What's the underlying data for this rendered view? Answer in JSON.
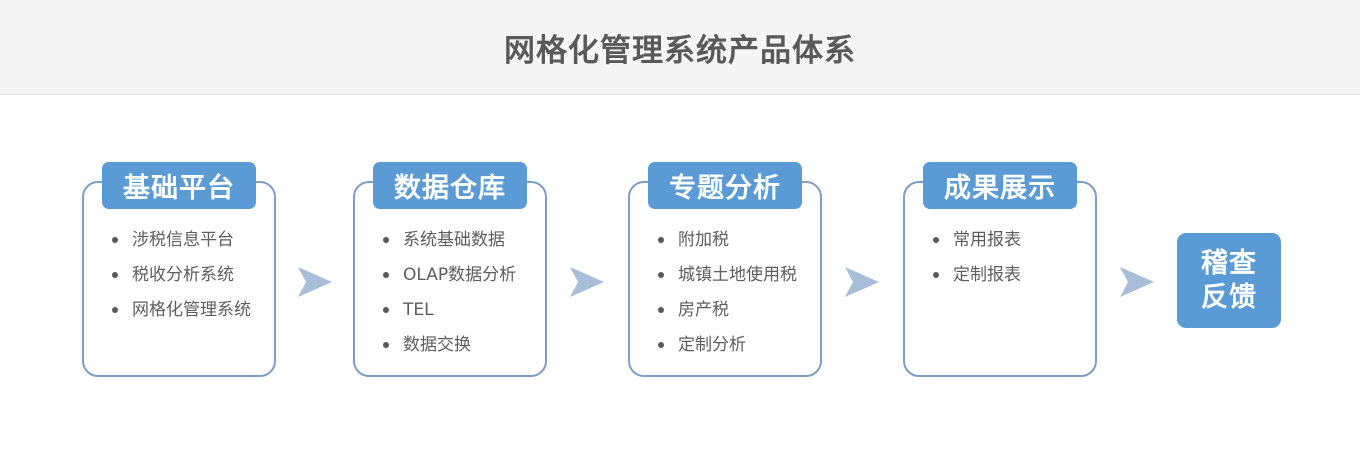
{
  "header": {
    "title": "网格化管理系统产品体系",
    "title_color": "#595959",
    "band_color": "#f5f5f5"
  },
  "theme": {
    "accent": "#5b9bd5",
    "box_border": "#7f9ec4",
    "arrow_fill": "#a8bdd7",
    "list_text": "#5e5e5e"
  },
  "diagram": {
    "type": "flow",
    "stages": [
      {
        "header": "基础平台",
        "items": [
          "涉税信息平台",
          "税收分析系统",
          "网格化管理系统"
        ]
      },
      {
        "header": "数据仓库",
        "items": [
          "系统基础数据",
          "OLAP数据分析",
          "TEL",
          "数据交换"
        ]
      },
      {
        "header": "专题分析",
        "items": [
          "附加税",
          "城镇土地使用税",
          "房产税",
          "定制分析"
        ]
      },
      {
        "header": "成果展示",
        "items": [
          "常用报表",
          "定制报表"
        ]
      }
    ],
    "terminal": {
      "line1": "稽查",
      "line2": "反馈"
    },
    "arrows": [
      {
        "name": "arrow-1"
      },
      {
        "name": "arrow-2"
      },
      {
        "name": "arrow-3"
      },
      {
        "name": "arrow-4"
      }
    ]
  }
}
